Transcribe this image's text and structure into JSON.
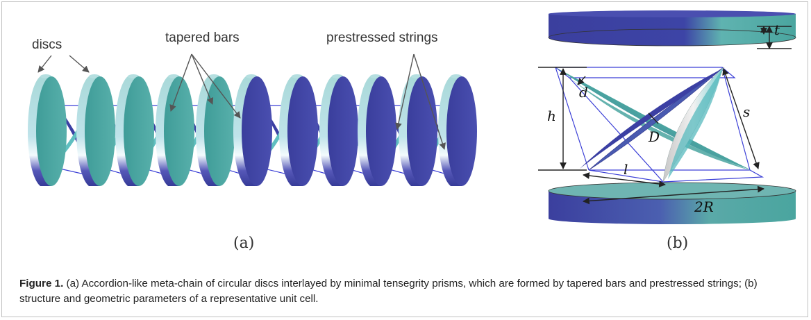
{
  "figure": {
    "panel_a": {
      "label": "(a)",
      "annotations": {
        "discs": "discs",
        "bars": "tapered bars",
        "strings": "prestressed strings"
      }
    },
    "panel_b": {
      "label": "(b)",
      "params": {
        "t": "t",
        "d": "d",
        "h": "h",
        "D": "D",
        "s": "s",
        "l": "l",
        "R2": "2R"
      }
    },
    "caption": {
      "lead": "Figure 1.",
      "text": " (a) Accordion-like meta-chain of circular discs interlayed by minimal tensegrity prisms, which are formed by tapered bars and prestressed strings; (b) structure and geometric parameters of a representative unit cell."
    },
    "colors": {
      "teal": "#4aa5a0",
      "navy": "#3a3f9c",
      "pale": "#e8f4f6",
      "string": "#3b3fd6"
    }
  }
}
